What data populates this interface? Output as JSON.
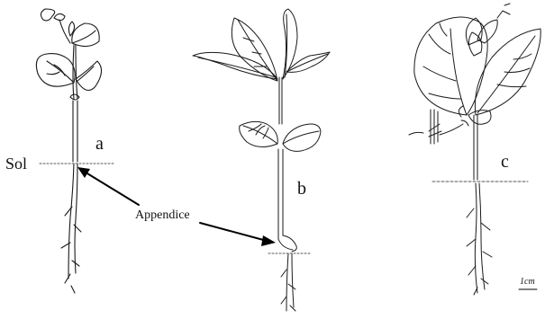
{
  "labels": {
    "a": "a",
    "b": "b",
    "c": "c",
    "soil": "Sol",
    "appendix": "Appendice",
    "scale": "1cm"
  },
  "colors": {
    "ink": "#1a1a1a",
    "guide": "#555555"
  }
}
